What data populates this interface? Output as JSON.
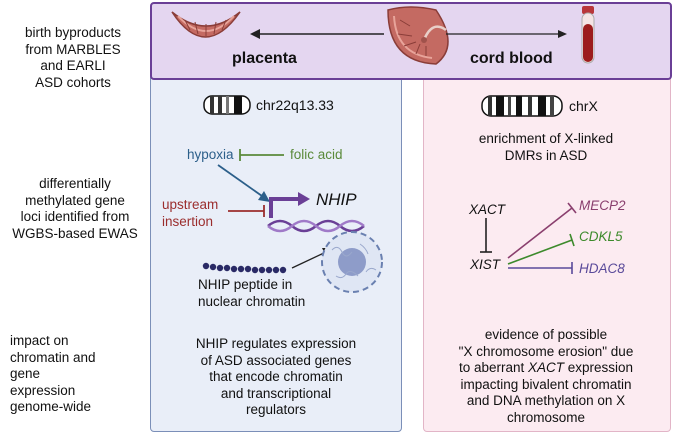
{
  "row_labels": {
    "birth": [
      "birth byproducts",
      "from MARBLES",
      "and EARLI",
      "ASD cohorts"
    ],
    "methylated": [
      "differentially",
      "methylated gene",
      "loci identified from",
      "WGBS-based EWAS"
    ],
    "impact": [
      "impact on",
      "chromatin and",
      "gene expression",
      "genome-wide"
    ]
  },
  "header": {
    "placenta": "placenta",
    "cord_blood": "cord blood"
  },
  "left": {
    "locus": "chr22q13.33",
    "hypoxia": "hypoxia",
    "folic_acid": "folic acid",
    "upstream": [
      "upstream",
      "insertion"
    ],
    "gene": "NHIP",
    "peptide": [
      "NHIP peptide in",
      "nuclear chromatin"
    ],
    "impact": [
      "NHIP regulates expression",
      "of ASD associated genes",
      "that encode chromatin",
      "and transcriptional",
      "regulators"
    ]
  },
  "right": {
    "locus": "chrX",
    "enrichment": [
      "enrichment of X-linked",
      "DMRs in ASD"
    ],
    "xact": "XACT",
    "xist": "XIST",
    "mecp2": "MECP2",
    "cdkl5": "CDKL5",
    "hdac8": "HDAC8",
    "impact": {
      "l1": "evidence of possible",
      "l2": "\"X chromosome erosion\" due",
      "l3_prefix": "to aberrant ",
      "l3_gene": "XACT",
      "l3_suffix": " expression",
      "l4": "impacting bivalent chromatin",
      "l5": "and DNA methylation on X",
      "l6": "chromosome"
    }
  },
  "colors": {
    "green": "#5a8a3a",
    "red": "#9b2d2d",
    "blue": "#2c5f8a",
    "purple": "#6a3f96",
    "mecp2": "#8a3f6e",
    "cdkl5": "#3d8a2c",
    "hdac8": "#5a4a9a"
  }
}
